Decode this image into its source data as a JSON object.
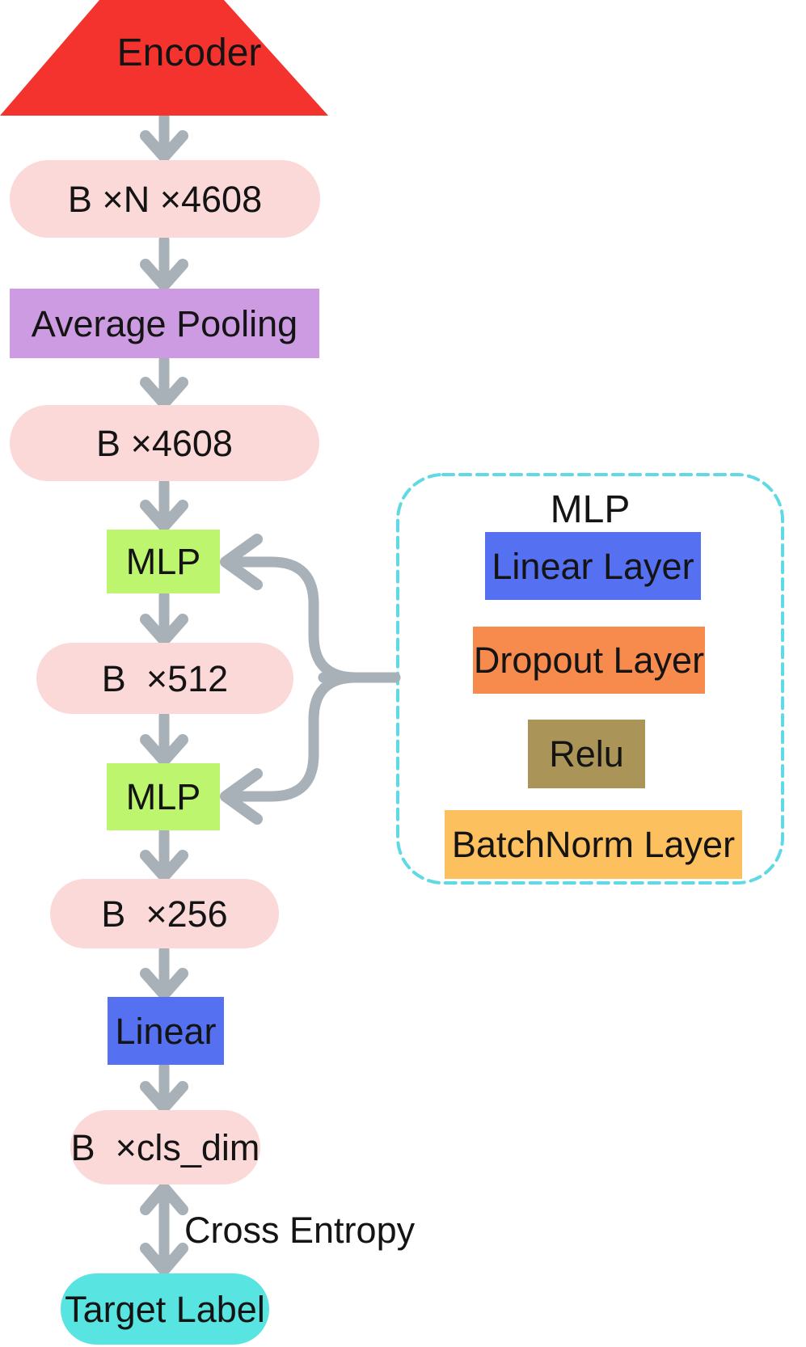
{
  "diagram": {
    "main_flow": {
      "encoder_label": "Encoder",
      "tensor_bn4608": "B ×N ×4608",
      "average_pooling": "Average Pooling",
      "tensor_b4608": "B ×4608",
      "mlp_block_1": "MLP",
      "tensor_b512": "B  ×512",
      "mlp_block_2": "MLP",
      "tensor_b256": "B  ×256",
      "linear_block": "Linear",
      "tensor_bclsdim": "B  ×cls_dim",
      "loss_label": "Cross Entropy",
      "target_label": "Target Label"
    },
    "mlp_detail": {
      "title": "MLP",
      "layers": [
        {
          "label": "Linear Layer"
        },
        {
          "label": "Dropout Layer"
        },
        {
          "label": "Relu"
        },
        {
          "label": "BatchNorm Layer"
        }
      ]
    },
    "colors": {
      "encoder_red": "#f4332e",
      "tensor_pink": "#fbd9d8",
      "pooling_purple": "#cd9be2",
      "mlp_green": "#bdf56e",
      "linear_blue": "#5571f2",
      "target_cyan": "#58e4e0",
      "dropout_orange": "#f68b4d",
      "relu_khaki": "#ab9457",
      "batchnorm_amber": "#fcc05e",
      "dashed_border_cyan": "#5fd9e4",
      "arrow_gray": "#a7b1b7",
      "text_black": "#141414"
    }
  }
}
